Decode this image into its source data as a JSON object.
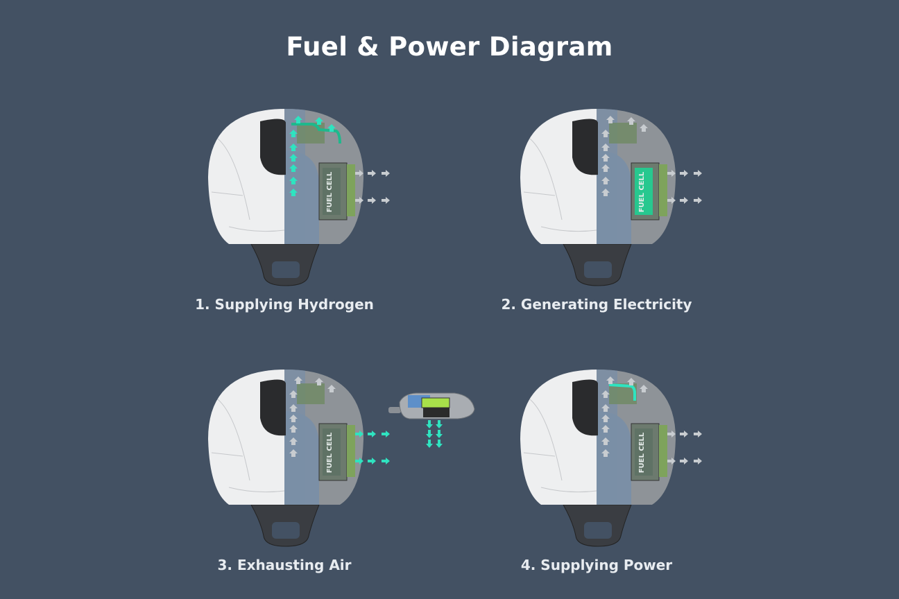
{
  "title": "Fuel & Power Diagram",
  "fuel_cell_label": "FUEL CELL",
  "colors": {
    "background": "#435163",
    "highlight": "#2fe3c0",
    "fuel_cell_active": "#27c88f",
    "inactive_arrow": "#c8ccd0"
  },
  "steps": [
    {
      "label": "1. Supplying Hydrogen",
      "hydrogen_flow": true,
      "fuel_cell_active": false,
      "exhaust": false,
      "power_line": false,
      "cartridge_shown": false
    },
    {
      "label": "2. Generating Electricity",
      "hydrogen_flow": false,
      "fuel_cell_active": true,
      "exhaust": false,
      "power_line": false,
      "cartridge_shown": false
    },
    {
      "label": "3. Exhausting Air",
      "hydrogen_flow": false,
      "fuel_cell_active": false,
      "exhaust": true,
      "power_line": false,
      "cartridge_shown": true
    },
    {
      "label": "4. Supplying Power",
      "hydrogen_flow": false,
      "fuel_cell_active": false,
      "exhaust": false,
      "power_line": true,
      "cartridge_shown": false
    }
  ]
}
